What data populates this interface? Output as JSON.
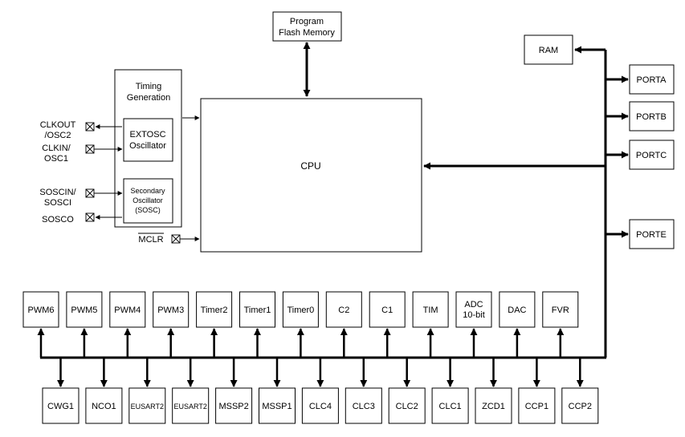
{
  "diagram": {
    "program_flash": [
      "Program",
      "Flash Memory"
    ],
    "ram": "RAM",
    "timing_generation": [
      "Timing",
      "Generation"
    ],
    "extosc": [
      "EXTOSC",
      "Oscillator"
    ],
    "sosc": [
      "Secondary",
      "Oscillator",
      "(SOSC)"
    ],
    "cpu": "CPU",
    "pins": {
      "clkout": [
        "CLKOUT",
        "/OSC2"
      ],
      "clkin": [
        "CLKIN/",
        "OSC1"
      ],
      "soscin": [
        "SOSCIN/",
        "SOSCI"
      ],
      "sosco": "SOSCO",
      "mclr": "MCLR"
    },
    "ports": [
      "PORTA",
      "PORTB",
      "PORTC",
      "PORTE"
    ],
    "top_peripherals": [
      [
        "PWM6"
      ],
      [
        "PWM5"
      ],
      [
        "PWM4"
      ],
      [
        "PWM3"
      ],
      [
        "Timer2"
      ],
      [
        "Timer1"
      ],
      [
        "Timer0"
      ],
      [
        "C2"
      ],
      [
        "C1"
      ],
      [
        "TIM"
      ],
      [
        "ADC",
        "10-bit"
      ],
      [
        "DAC"
      ],
      [
        "FVR"
      ]
    ],
    "bottom_peripherals": [
      "CWG1",
      "NCO1",
      "EUSART2",
      "EUSART2",
      "MSSP2",
      "MSSP1",
      "CLC4",
      "CLC3",
      "CLC2",
      "CLC1",
      "ZCD1",
      "CCP1",
      "CCP2"
    ]
  }
}
